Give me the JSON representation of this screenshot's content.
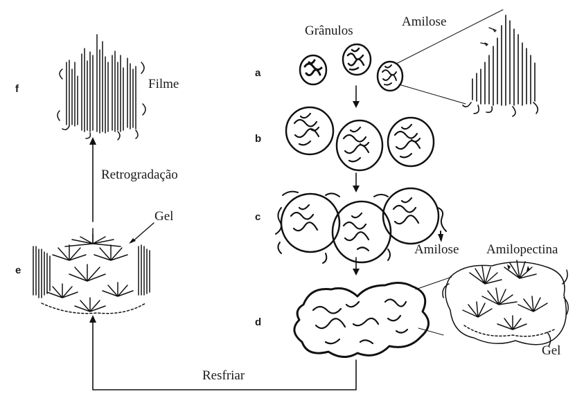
{
  "diagram": {
    "stage_labels": {
      "a": "a",
      "b": "b",
      "c": "c",
      "d": "d",
      "e": "e",
      "f": "f"
    },
    "labels": {
      "granulos": "Grânulos",
      "amilose_top": "Amilose",
      "filme": "Filme",
      "retrogradacao": "Retrogradação",
      "gel_left": "Gel",
      "amilose_right": "Amilose",
      "amilopectina": "Amilopectina",
      "gel_right": "Gel",
      "resfriar": "Resfriar"
    },
    "colors": {
      "ink": "#111111",
      "background": "#ffffff"
    }
  }
}
